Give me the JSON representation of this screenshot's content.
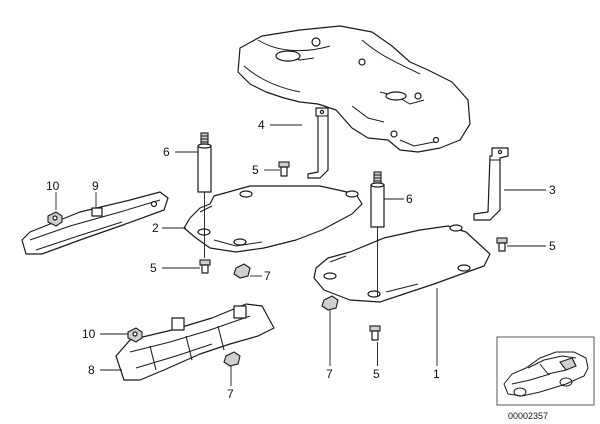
{
  "callouts": {
    "c4": "4",
    "c6a": "6",
    "c5a": "5",
    "c10a": "10",
    "c9": "9",
    "c2": "2",
    "c5b": "5",
    "c7a": "7",
    "c6b": "6",
    "c3": "3",
    "c5c": "5",
    "c10b": "10",
    "c8": "8",
    "c7b": "7",
    "c7c": "7",
    "c5d": "5",
    "c1": "1"
  },
  "reference_number": "00002357",
  "colors": {
    "line": "#1a1a1a",
    "background": "#ffffff",
    "shade": "#cfcfcf"
  }
}
